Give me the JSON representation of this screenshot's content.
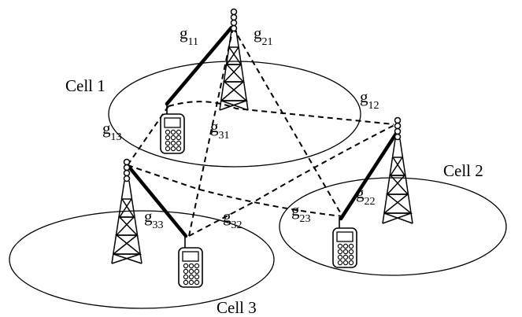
{
  "cells": [
    {
      "label": "Cell 1"
    },
    {
      "label": "Cell 2"
    },
    {
      "label": "Cell 3"
    }
  ],
  "gains": [
    {
      "base": "g",
      "sub": "11"
    },
    {
      "base": "g",
      "sub": "21"
    },
    {
      "base": "g",
      "sub": "12"
    },
    {
      "base": "g",
      "sub": "13"
    },
    {
      "base": "g",
      "sub": "31"
    },
    {
      "base": "g",
      "sub": "22"
    },
    {
      "base": "g",
      "sub": "23"
    },
    {
      "base": "g",
      "sub": "33"
    },
    {
      "base": "g",
      "sub": "32"
    }
  ],
  "links": {
    "solid": [
      "g11",
      "g22",
      "g33"
    ],
    "dashed": [
      "g21",
      "g12",
      "g13",
      "g31",
      "g23",
      "g32"
    ]
  }
}
